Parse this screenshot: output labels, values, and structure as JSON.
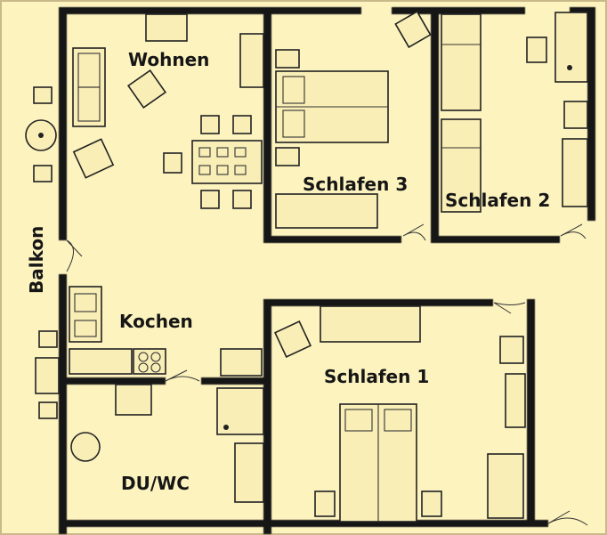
{
  "rooms": {
    "wohnen": "Wohnen",
    "schlafen3": "Schlafen 3",
    "schlafen2": "Schlafen 2",
    "balkon": "Balkon",
    "kochen": "Kochen",
    "schlafen1": "Schlafen 1",
    "du_wc": "DU/WC"
  },
  "colors": {
    "floor": "#fdf3bf",
    "wall": "#121212",
    "furniture_outline": "#222222"
  }
}
